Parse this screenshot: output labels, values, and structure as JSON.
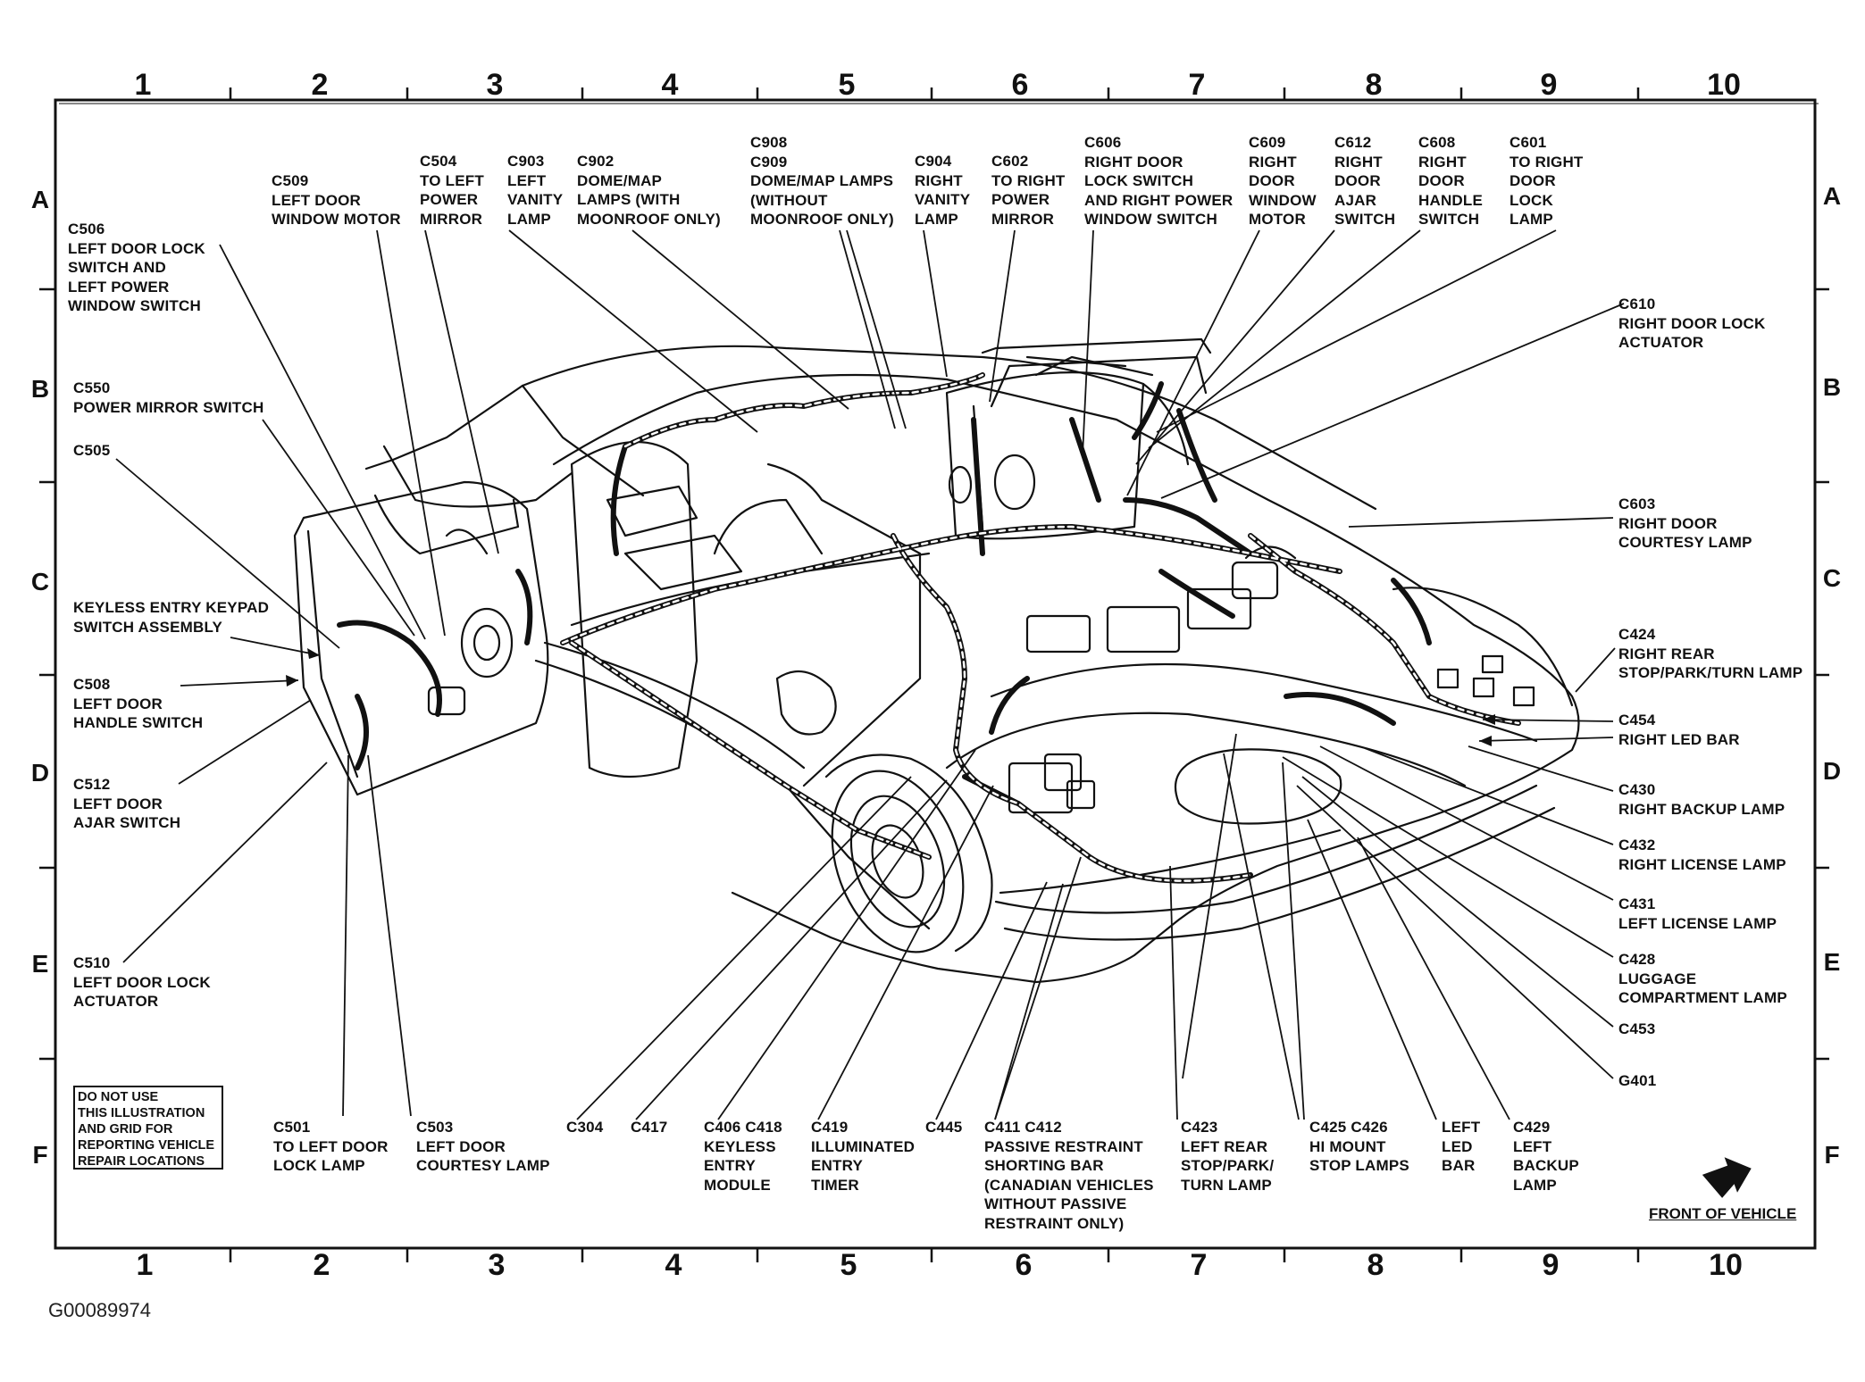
{
  "grid": {
    "columns": [
      "1",
      "2",
      "3",
      "4",
      "5",
      "6",
      "7",
      "8",
      "9",
      "10"
    ],
    "rows": [
      "A",
      "B",
      "C",
      "D",
      "E",
      "F"
    ]
  },
  "labels": {
    "c509": "C509\nLEFT DOOR\nWINDOW MOTOR",
    "c504": "C504\nTO LEFT\nPOWER\nMIRROR",
    "c903": "C903\nLEFT\nVANITY\nLAMP",
    "c902": "C902\nDOME/MAP\nLAMPS (WITH\nMOONROOF ONLY)",
    "c908": "C908\nC909\nDOME/MAP LAMPS\n(WITHOUT\nMOONROOF ONLY)",
    "c904": "C904\nRIGHT\nVANITY\nLAMP",
    "c602": "C602\nTO RIGHT\nPOWER\nMIRROR",
    "c606": "C606\nRIGHT DOOR\nLOCK SWITCH\nAND RIGHT POWER\nWINDOW SWITCH",
    "c609": "C609\nRIGHT\nDOOR\nWINDOW\nMOTOR",
    "c612": "C612\nRIGHT\nDOOR\nAJAR\nSWITCH",
    "c608": "C608\nRIGHT\nDOOR\nHANDLE\nSWITCH",
    "c601": "C601\nTO RIGHT\nDOOR\nLOCK\nLAMP",
    "c506": "C506\nLEFT DOOR LOCK\nSWITCH AND\nLEFT POWER\nWINDOW SWITCH",
    "c550": "C550\nPOWER MIRROR SWITCH",
    "c505": "C505",
    "keyless": "KEYLESS ENTRY KEYPAD\nSWITCH ASSEMBLY",
    "c508": "C508\nLEFT DOOR\nHANDLE SWITCH",
    "c512": "C512\nLEFT DOOR\nAJAR SWITCH",
    "c510": "C510\nLEFT DOOR LOCK\nACTUATOR",
    "c610": "C610\nRIGHT DOOR LOCK\nACTUATOR",
    "c603": "C603\nRIGHT DOOR\nCOURTESY LAMP",
    "c424": "C424\nRIGHT REAR\nSTOP/PARK/TURN LAMP",
    "c454": "C454",
    "right_led": "RIGHT LED BAR",
    "c430": "C430\nRIGHT BACKUP LAMP",
    "c432": "C432\nRIGHT LICENSE LAMP",
    "c431": "C431\nLEFT LICENSE LAMP",
    "c428": "C428\nLUGGAGE\nCOMPARTMENT LAMP",
    "c453": "C453",
    "g401": "G401",
    "c501": "C501\nTO LEFT DOOR\nLOCK LAMP",
    "c503": "C503\nLEFT DOOR\nCOURTESY LAMP",
    "c304": "C304",
    "c417": "C417",
    "c406": "C406 C418\nKEYLESS\nENTRY\nMODULE",
    "c419": "C419\nILLUMINATED\nENTRY\nTIMER",
    "c445": "C445",
    "c411": "C411 C412\nPASSIVE RESTRAINT\nSHORTING BAR\n(CANADIAN VEHICLES\nWITHOUT PASSIVE\nRESTRAINT ONLY)",
    "c423": "C423\nLEFT REAR\nSTOP/PARK/\nTURN LAMP",
    "c425": "C425 C426\nHI MOUNT\nSTOP LAMPS",
    "left_led": "LEFT\nLED\nBAR",
    "c429": "C429\nLEFT\nBACKUP\nLAMP"
  },
  "notice": "DO NOT USE\nTHIS ILLUSTRATION\nAND GRID FOR\nREPORTING VEHICLE\nREPAIR LOCATIONS",
  "front_of_vehicle": "FRONT OF VEHICLE",
  "figure_id": "G00089974",
  "icons": {
    "front_arrow": "arrow-icon"
  }
}
